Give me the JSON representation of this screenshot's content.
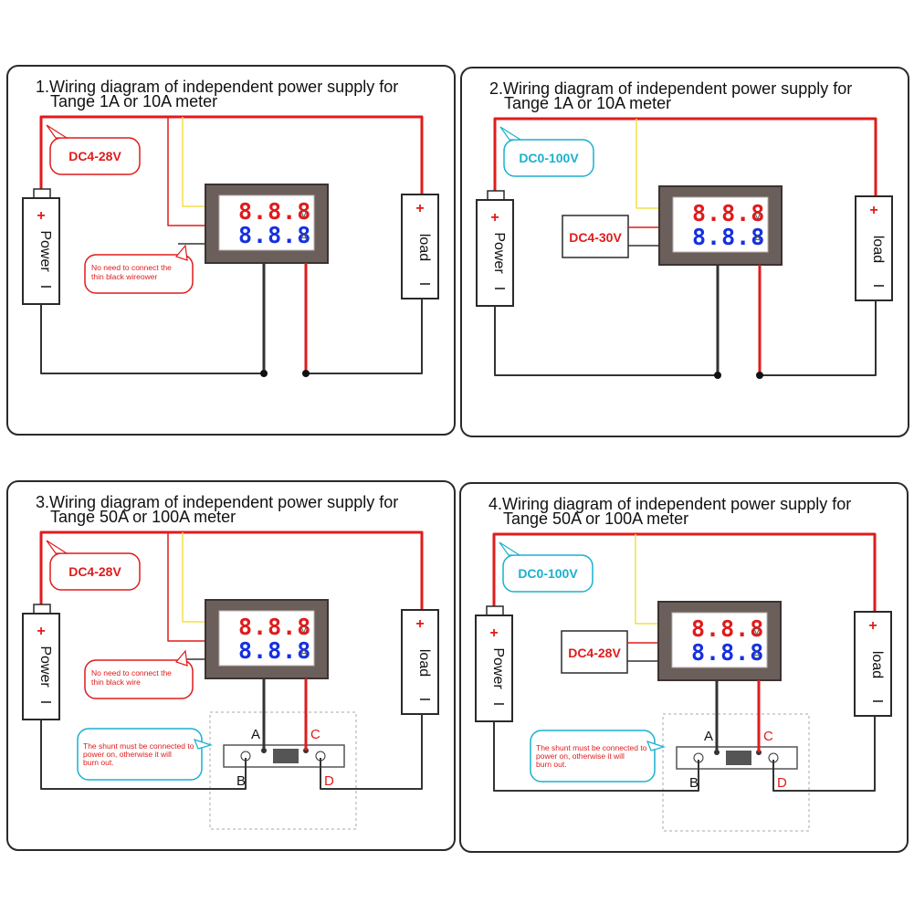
{
  "panels": [
    {
      "id": "p1",
      "title_line1": "1.Wiring diagram of independent power supply for",
      "title_line2": "Tange 1A or 10A meter",
      "supply_label": "DC4-28V",
      "supply_color": "#e01b1b",
      "note": [
        "No need to connect the",
        "thin black wireower"
      ],
      "aux_label": "",
      "shunt": false
    },
    {
      "id": "p2",
      "title_line1": "2.Wiring diagram of independent power supply for",
      "title_line2": "Tange 1A or 10A meter",
      "supply_label": "DC0-100V",
      "supply_color": "#1ab0cf",
      "note": [],
      "aux_label": "DC4-30V",
      "shunt": false
    },
    {
      "id": "p3",
      "title_line1": "3.Wiring diagram of independent power supply for",
      "title_line2": "Tange 50A or 100A meter",
      "supply_label": "DC4-28V",
      "supply_color": "#e01b1b",
      "note": [
        "No need to connect the",
        "thin black wire"
      ],
      "aux_label": "",
      "shunt": true,
      "shunt_note": [
        "The shunt must be connected to",
        "power on, otherwise it will",
        "burn out."
      ]
    },
    {
      "id": "p4",
      "title_line1": "4.Wiring diagram of independent power supply for",
      "title_line2": "Tange 50A or 100A meter",
      "supply_label": "DC0-100V",
      "supply_color": "#1ab0cf",
      "note": [],
      "aux_label": "DC4-28V",
      "shunt": true,
      "shunt_note": [
        "The shunt must be connected to",
        "power on, otherwise it will",
        "burn out."
      ]
    }
  ],
  "meter": {
    "display_top": "8.8.8",
    "display_bottom": "8.8.8",
    "unit_top": "V",
    "unit_bottom": "A",
    "top_color": "#e01b1b",
    "bottom_color": "#1530e0"
  },
  "battery": {
    "label": "Power",
    "plus": "+",
    "minus": "I"
  },
  "load": {
    "label": "load",
    "plus": "+",
    "minus": "I"
  },
  "shunt_terminals": {
    "a": "A",
    "b": "B",
    "c": "C",
    "d": "D"
  },
  "colors": {
    "wire_red": "#e01b1b",
    "wire_black": "#333333",
    "wire_yellow": "#f2e04a",
    "frame": "#2a2a2a",
    "meter_body": "#6b5f5c"
  }
}
